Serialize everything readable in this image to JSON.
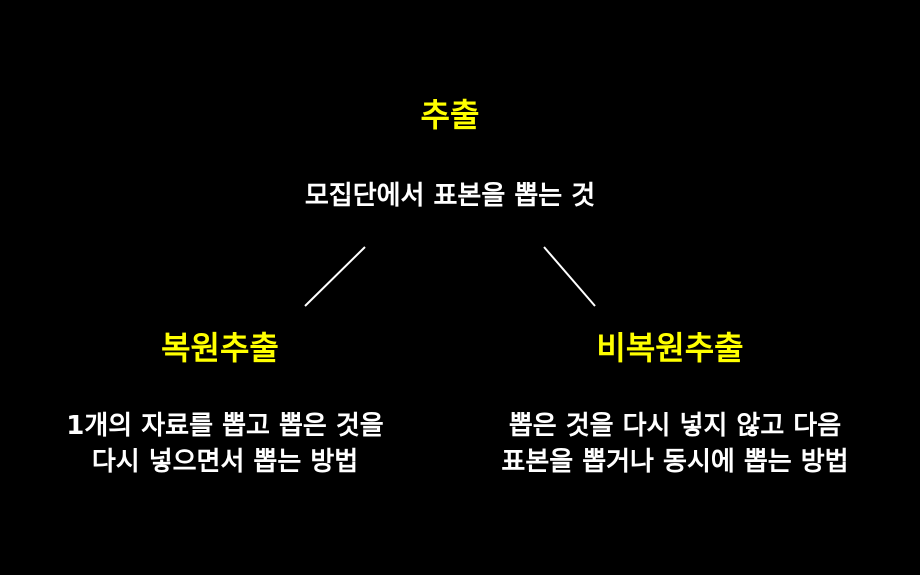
{
  "root": {
    "title": "추출",
    "description": "모집단에서 표본을 뽑는 것"
  },
  "branches": [
    {
      "title": "복원추출",
      "lines": [
        "1개의 자료를 뽑고 뽑은 것을",
        "다시 넣으면서 뽑는 방법"
      ]
    },
    {
      "title": "비복원추출",
      "lines": [
        "뽑은 것을 다시 넣지 않고 다음",
        "표본을 뽑거나 동시에 뽑는 방법"
      ]
    }
  ],
  "colors": {
    "background": "#000000",
    "heading": "#ffff00",
    "text": "#ffffff"
  }
}
